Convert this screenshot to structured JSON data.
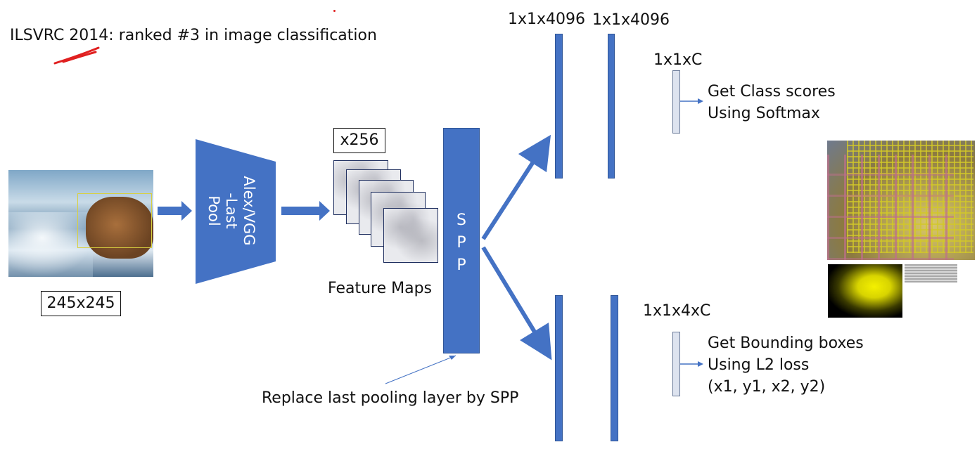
{
  "header": {
    "title": "ILSVRC 2014: ranked #3 in image classification"
  },
  "input": {
    "size_label": "245x245"
  },
  "network": {
    "label_line1": "Alex/VGG",
    "label_line2": "-Last Pool"
  },
  "feature_maps": {
    "count_label": "x256",
    "caption": "Feature Maps"
  },
  "spp": {
    "letters": [
      "S",
      "P",
      "P"
    ],
    "annotation": "Replace last pooling layer by SPP"
  },
  "classification_branch": {
    "fc1_label": "1x1x4096",
    "fc2_label": "1x1x4096",
    "output_label": "1x1xC",
    "result_line1": "Get Class scores",
    "result_line2": "Using Softmax"
  },
  "bbox_branch": {
    "output_label": "1x1x4xC",
    "result_line1": "Get Bounding boxes",
    "result_line2": "Using L2 loss",
    "result_line3": "(x1, y1, x2, y2)"
  },
  "colors": {
    "accent_blue": "#4472c4",
    "annotation_red": "#e02020"
  }
}
